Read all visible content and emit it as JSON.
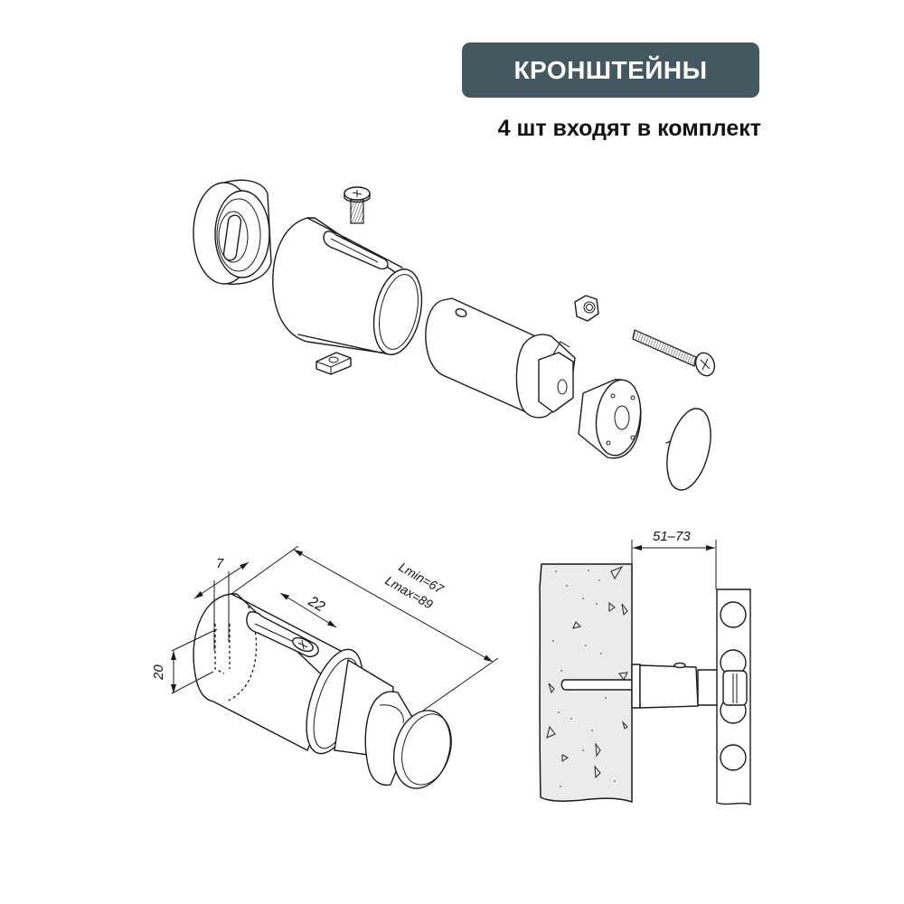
{
  "header": {
    "title": "КРОНШТЕЙНЫ",
    "subtitle": "4 шт входят в комплект",
    "badge_color": "#435861",
    "title_color": "#ffffff"
  },
  "exploded_view": {
    "parts": [
      "wall-cap-ring",
      "pan-head-screw",
      "slotted-sleeve-tube",
      "square-nut",
      "inner-rod",
      "hex-nut",
      "countersunk-screw",
      "holder-clamp",
      "cover-cap"
    ]
  },
  "dimension_view": {
    "dim_width": "7",
    "dim_slot": "22",
    "dim_diameter": "20",
    "dim_lmin": "Lmin=67",
    "dim_lmax": "Lmax=89"
  },
  "install_view": {
    "dim_offset": "51–73"
  }
}
